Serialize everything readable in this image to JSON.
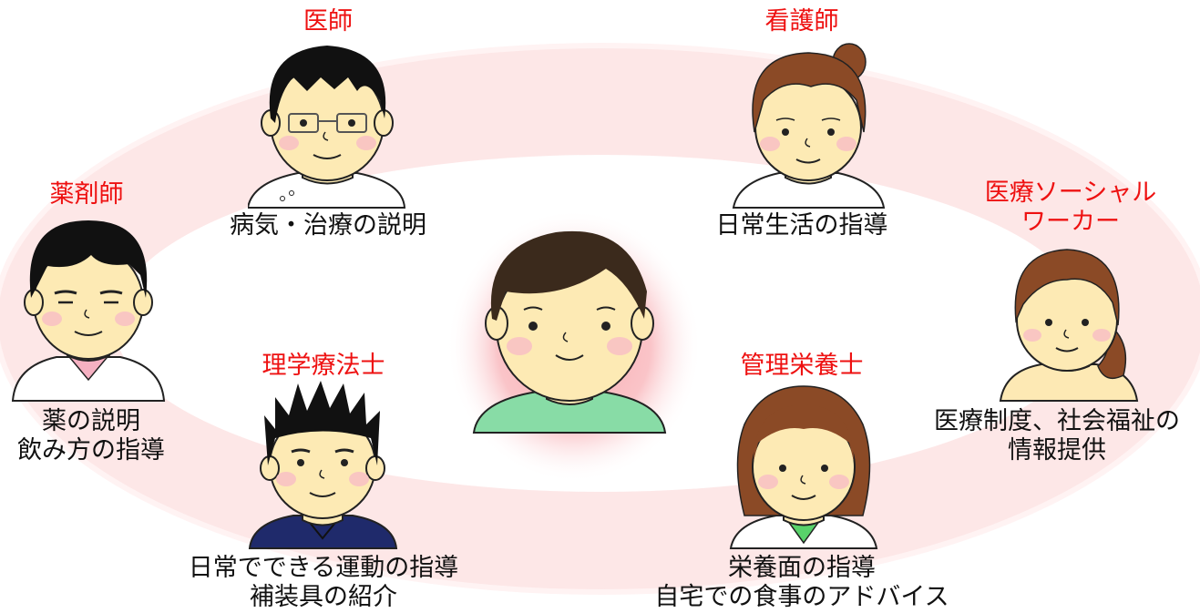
{
  "colors": {
    "role_text": "#ee1111",
    "desc_text": "#111111",
    "ring": "#fde3e3",
    "center_glow": "#f9b8bd",
    "skin": "#fdeab4",
    "cheek": "#f9c6c2",
    "patient_shirt": "#88dca6"
  },
  "center": {
    "person": "patient"
  },
  "members": [
    {
      "id": "doctor",
      "role": "医師",
      "desc": [
        "病気・治療の説明"
      ]
    },
    {
      "id": "nurse",
      "role": "看護師",
      "desc": [
        "日常生活の指導"
      ]
    },
    {
      "id": "pharmacist",
      "role": "薬剤師",
      "desc": [
        "薬の説明",
        "飲み方の指導"
      ]
    },
    {
      "id": "msw",
      "role": [
        "医療ソーシャル",
        "ワーカー"
      ],
      "desc": [
        "医療制度、社会福祉の",
        "情報提供"
      ]
    },
    {
      "id": "pt",
      "role": "理学療法士",
      "desc": [
        "日常でできる運動の指導",
        "補装具の紹介"
      ]
    },
    {
      "id": "dietitian",
      "role": "管理栄養士",
      "desc": [
        "栄養面の指導",
        "自宅での食事のアドバイス"
      ]
    }
  ]
}
